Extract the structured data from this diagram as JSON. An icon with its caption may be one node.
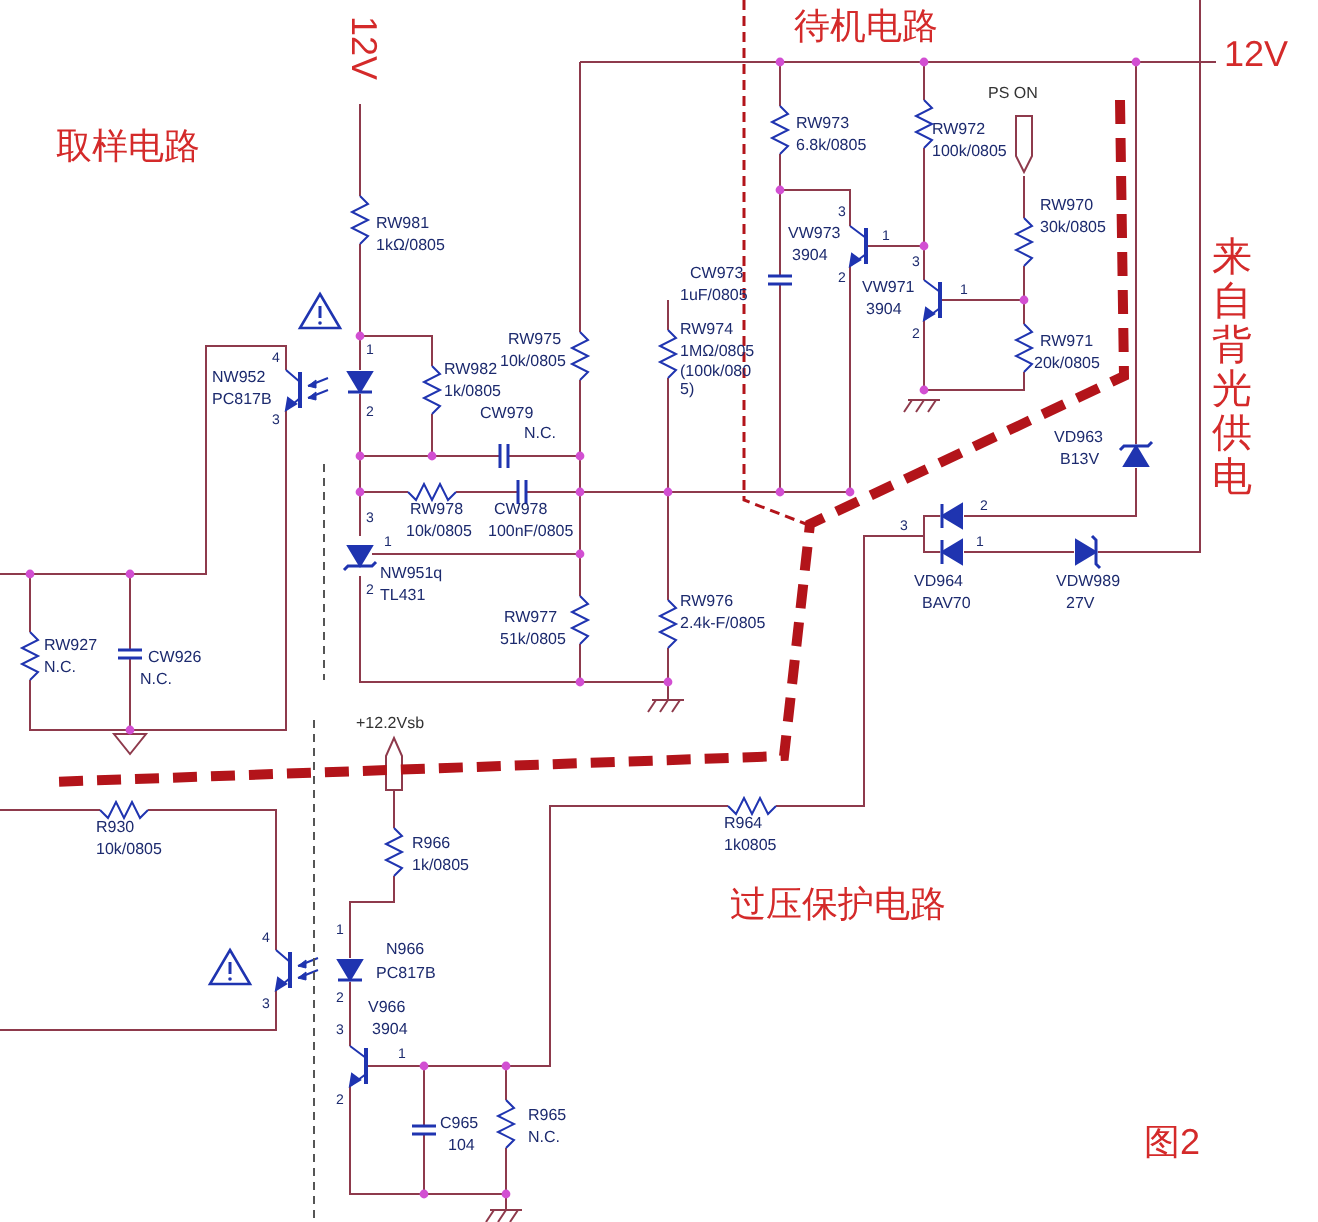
{
  "diagram": {
    "labels": [
      "12V",
      "取样电路",
      "待机电路",
      "12V",
      "PS ON",
      "RW973",
      "6.8k/0805",
      "RW972",
      "100k/0805",
      "RW981",
      "1kΩ/0805",
      "RW970",
      "30k/0805",
      "来自背光供电",
      "VW973",
      "3904",
      "CW973",
      "1uF/0805",
      "VW971",
      "3904",
      "RW975",
      "10k/0805",
      "RW974",
      "1MΩ/0805(100k/0805)",
      "RW971",
      "20k/0805",
      "NW952",
      "PC817B",
      "RW982",
      "1k/0805",
      "CW979",
      "N.C.",
      "VD963",
      "B13V",
      "RW978",
      "10k/0805",
      "CW978",
      "100nF/0805",
      "NW951q",
      "TL431",
      "VD964",
      "BAV70",
      "VDW989",
      "27V",
      "RW927",
      "N.C.",
      "RW977",
      "51k/0805",
      "RW976",
      "2.4k-F/0805",
      "CW926",
      "N.C.",
      "+12.2Vsb",
      "R930",
      "10k/0805",
      "R964",
      "1k0805",
      "R966",
      "1k/0805",
      "过压保护电路",
      "N966",
      "PC817B",
      "V966",
      "3904",
      "C965",
      "104",
      "R965",
      "N.C.",
      "图2",
      "4",
      "3",
      "1",
      "2",
      "3",
      "1",
      "2",
      "3",
      "1",
      "2",
      "3",
      "1",
      "2",
      "3",
      "2",
      "1",
      "4",
      "3",
      "1",
      "2",
      "3",
      "1",
      "2"
    ]
  }
}
